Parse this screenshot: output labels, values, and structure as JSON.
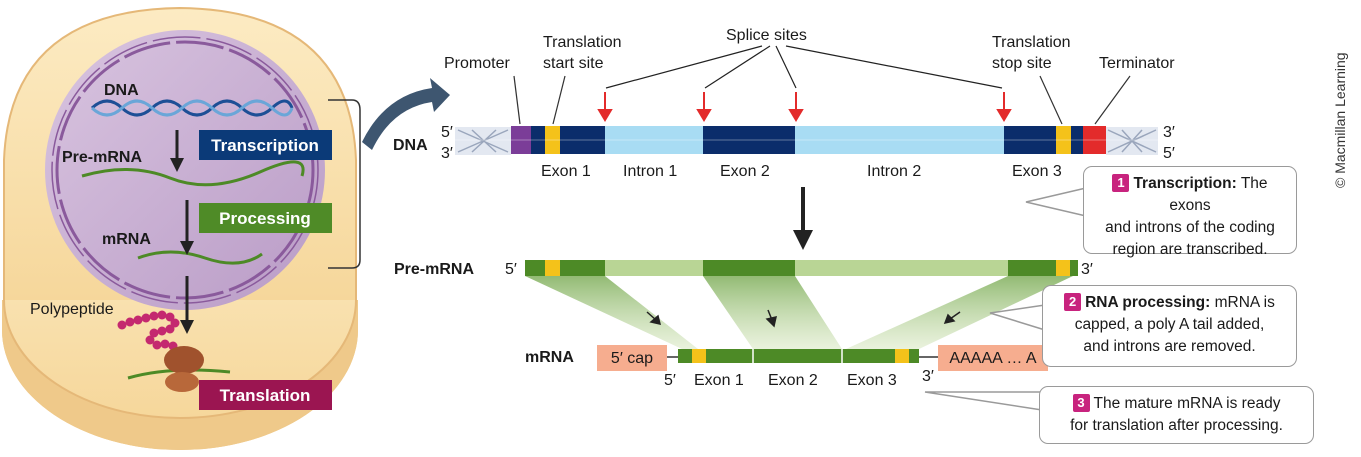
{
  "cell": {
    "dna_label": "DNA",
    "premrna_label": "Pre-mRNA",
    "mrna_label": "mRNA",
    "polypeptide_label": "Polypeptide",
    "transcription_label": "Transcription",
    "processing_label": "Processing",
    "translation_label": "Translation"
  },
  "gene": {
    "row_label": "DNA",
    "end_5_top": "5′",
    "end_3_bottom": "3′",
    "end_3_top": "3′",
    "end_5_bottom": "5′",
    "promoter": "Promoter",
    "translation_start_1": "Translation",
    "translation_start_2": "start site",
    "splice_sites": "Splice sites",
    "translation_stop_1": "Translation",
    "translation_stop_2": "stop site",
    "terminator": "Terminator",
    "exon1": "Exon 1",
    "intron1": "Intron 1",
    "exon2": "Exon 2",
    "intron2": "Intron 2",
    "exon3": "Exon 3"
  },
  "premrna": {
    "row_label": "Pre-mRNA",
    "end_5": "5′",
    "end_3": "3′"
  },
  "mrna": {
    "row_label": "mRNA",
    "cap": "5′ cap",
    "tail": "AAAAA … A",
    "end_5": "5′",
    "end_3": "3′",
    "exon1": "Exon 1",
    "exon2": "Exon 2",
    "exon3": "Exon 3"
  },
  "callouts": {
    "c1_num": "1",
    "c1_bold": "Transcription:",
    "c1_text_a": " The exons",
    "c1_text_b": "and introns of the coding",
    "c1_text_c": "region are transcribed.",
    "c2_num": "2",
    "c2_bold": "RNA processing:",
    "c2_text_a": " mRNA is",
    "c2_text_b": "capped, a poly A tail added,",
    "c2_text_c": "and introns are removed.",
    "c3_num": "3",
    "c3_text_a": "The mature mRNA is ready",
    "c3_text_b": "for translation after processing."
  },
  "credit": "© Macmillan Learning",
  "colors": {
    "exon": "#0b2d6b",
    "intron": "#a8dcf3",
    "promoter": "#7b3d98",
    "start_stop": "#f4c21a",
    "terminator": "#e32b2b",
    "rna_exon": "#4d8a26",
    "rna_intron": "#b9d595",
    "cap_tail": "#f6ad8f",
    "transcription_box": "#0b3a78",
    "processing_box": "#4f8b27",
    "translation_box": "#9b1551",
    "callout_number": "#c8237e"
  }
}
